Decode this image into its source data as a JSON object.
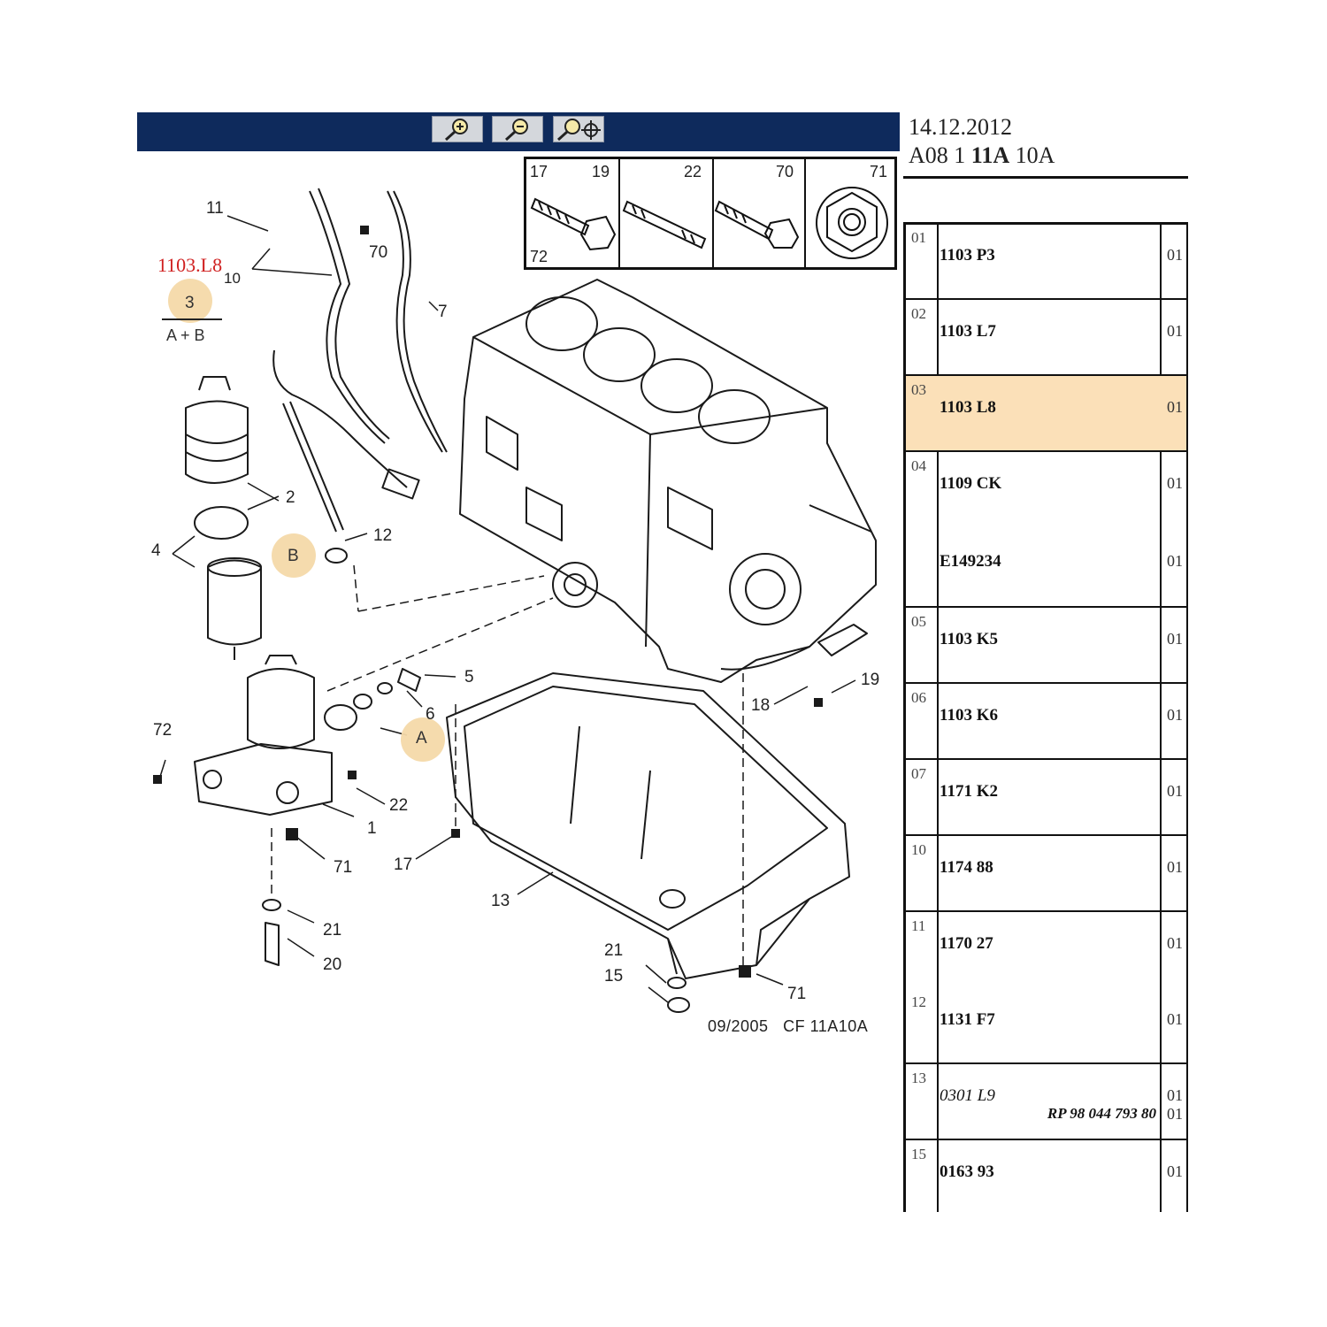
{
  "toolbar": {
    "buttons": [
      {
        "name": "zoom-in",
        "icon": "zoom-in-icon"
      },
      {
        "name": "zoom-out",
        "icon": "zoom-out-icon"
      },
      {
        "name": "zoom-pan",
        "icon": "zoom-pan-icon"
      }
    ]
  },
  "diagram": {
    "ref_code": "1103.L8",
    "group_label": "3",
    "group_formula": "A + B",
    "markers": [
      "A",
      "B"
    ],
    "callouts": [
      "11",
      "10",
      "70",
      "7",
      "2",
      "4",
      "12",
      "5",
      "6",
      "72",
      "22",
      "1",
      "17",
      "71",
      "13",
      "21",
      "20",
      "18",
      "19",
      "21",
      "15",
      "71"
    ],
    "footer": "09/2005   CF 11A10A",
    "fasteners": [
      {
        "numbers": [
          "17",
          "19",
          "72"
        ]
      },
      {
        "numbers": [
          "22"
        ]
      },
      {
        "numbers": [
          "70"
        ]
      },
      {
        "numbers": [
          "71"
        ]
      }
    ]
  },
  "panel": {
    "date": "14.12.2012",
    "ref_prefix": "A08 1 ",
    "ref_bold": "11A",
    "ref_suffix": " 10A",
    "rows": [
      {
        "idx": "01",
        "code": "1103 P3",
        "qty": "01"
      },
      {
        "idx": "02",
        "code": "1103 L7",
        "qty": "01"
      },
      {
        "idx": "03",
        "code": "1103 L8",
        "qty": "01",
        "selected": true
      },
      {
        "idx": "04",
        "code": "1109 CK",
        "qty": "01",
        "code2": "E149234",
        "qty2": "01"
      },
      {
        "idx": "05",
        "code": "1103 K5",
        "qty": "01"
      },
      {
        "idx": "06",
        "code": "1103 K6",
        "qty": "01"
      },
      {
        "idx": "07",
        "code": "1171 K2",
        "qty": "01"
      },
      {
        "idx": "10",
        "code": "1174 88",
        "qty": "01"
      },
      {
        "idx": "11",
        "code": "1170 27",
        "qty": "01",
        "idx2": "12",
        "code2": "1131 F7",
        "qty2": "01"
      },
      {
        "idx": "13",
        "code": "0301 L9",
        "qty": "01",
        "extra": "RP 98 044 793 80",
        "qty_extra": "01",
        "italic": true
      },
      {
        "idx": "15",
        "code": "0163 93",
        "qty": "01"
      }
    ]
  }
}
